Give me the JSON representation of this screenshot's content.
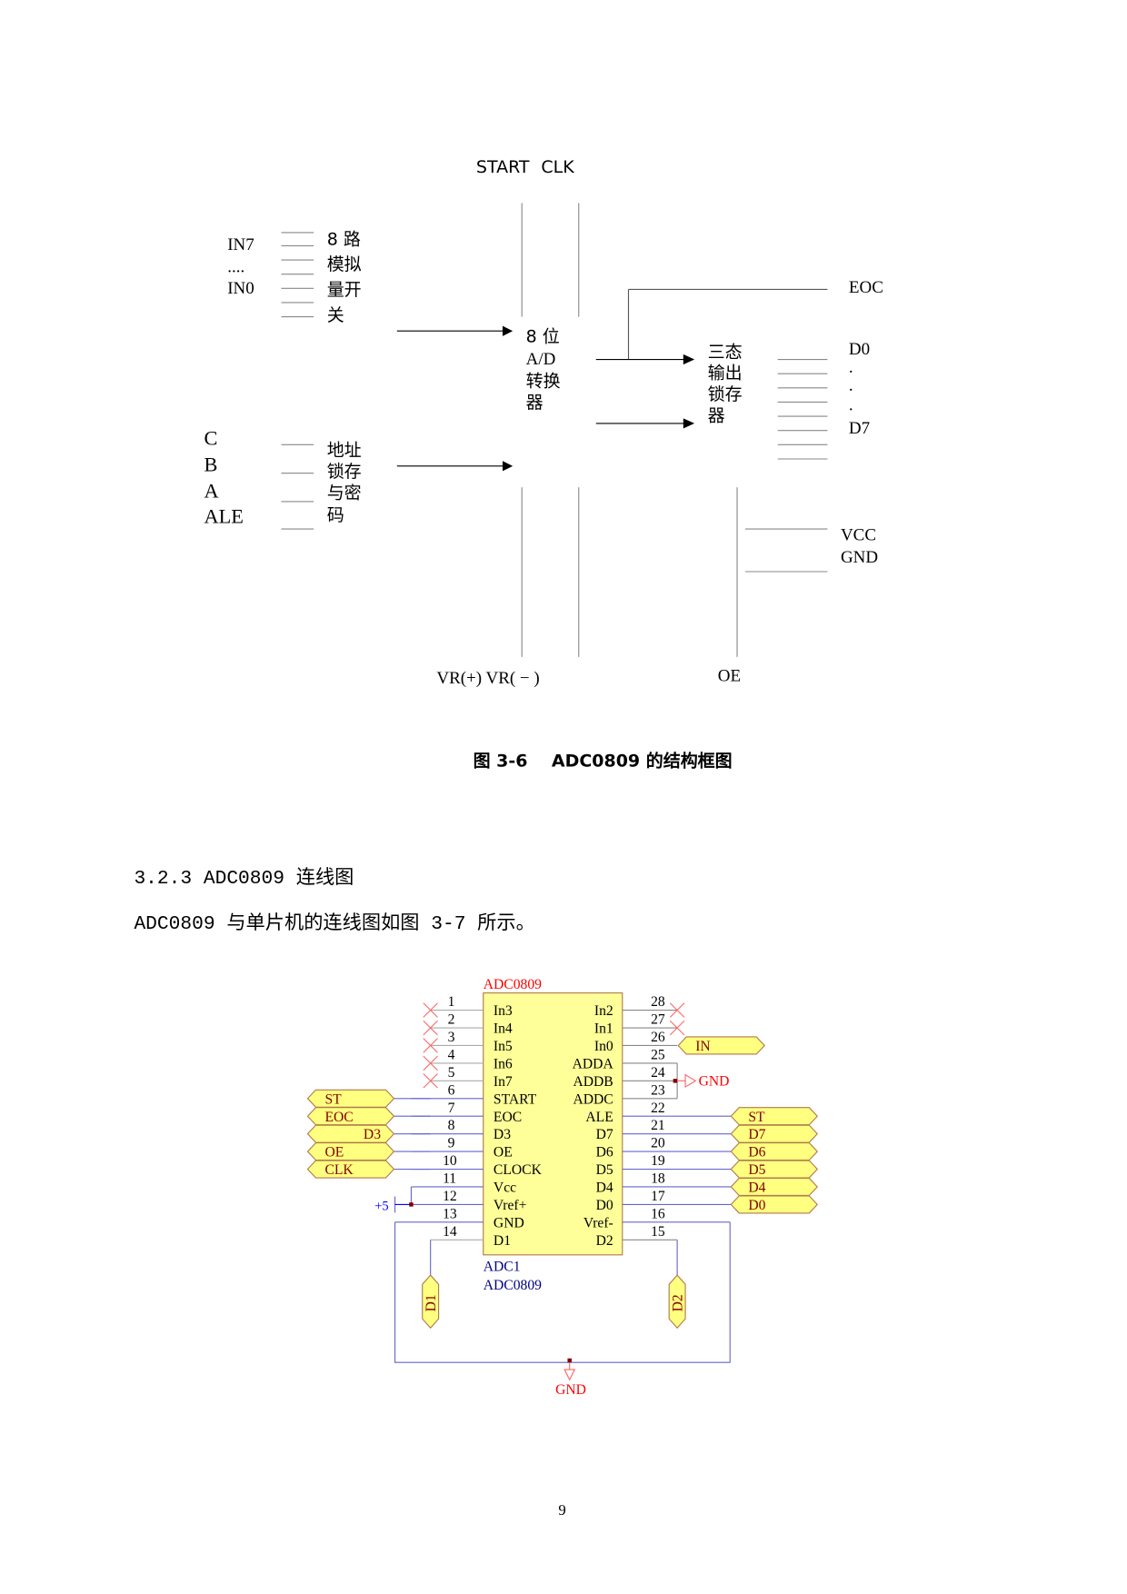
{
  "block_diagram": {
    "top_labels": [
      "START",
      "CLK"
    ],
    "mux_inputs": [
      "IN7",
      "....",
      "IN0"
    ],
    "mux_text": [
      "8  路",
      "模拟",
      "量开",
      "关"
    ],
    "addr_inputs": [
      "C",
      "B",
      "A",
      "ALE"
    ],
    "addr_text": [
      "地址",
      "锁存",
      "与密",
      "码"
    ],
    "adc_text": [
      "8 位",
      "A/D",
      "转换",
      "器"
    ],
    "latch_text": [
      "三态",
      "输出",
      "锁存",
      "器"
    ],
    "eoc": "EOC",
    "data_labels": [
      "D0",
      ".",
      ".",
      ".",
      "D7"
    ],
    "power_labels": [
      "VCC",
      "GND"
    ],
    "bottom_labels": [
      "VR(+)  VR( − )",
      "OE"
    ],
    "caption": "图 3-6    ADC0809 的结构框图"
  },
  "section": {
    "heading": "3.2.3 ADC0809 连线图",
    "paragraph": "ADC0809 与单片机的连线图如图 3-7 所示。"
  },
  "schematic": {
    "part_name": "ADC0809",
    "designator": "ADC1",
    "part_value": "ADC0809",
    "left_pins": [
      {
        "num": "1",
        "name": "In3"
      },
      {
        "num": "2",
        "name": "In4"
      },
      {
        "num": "3",
        "name": "In5"
      },
      {
        "num": "4",
        "name": "In6"
      },
      {
        "num": "5",
        "name": "In7"
      },
      {
        "num": "6",
        "name": "START"
      },
      {
        "num": "7",
        "name": "EOC"
      },
      {
        "num": "8",
        "name": "D3"
      },
      {
        "num": "9",
        "name": "OE"
      },
      {
        "num": "10",
        "name": "CLOCK"
      },
      {
        "num": "11",
        "name": "Vcc"
      },
      {
        "num": "12",
        "name": "Vref+"
      },
      {
        "num": "13",
        "name": "GND"
      },
      {
        "num": "14",
        "name": "D1"
      }
    ],
    "right_pins": [
      {
        "num": "28",
        "name": "In2"
      },
      {
        "num": "27",
        "name": "In1"
      },
      {
        "num": "26",
        "name": "In0"
      },
      {
        "num": "25",
        "name": "ADDA"
      },
      {
        "num": "24",
        "name": "ADDB"
      },
      {
        "num": "23",
        "name": "ADDC"
      },
      {
        "num": "22",
        "name": "ALE"
      },
      {
        "num": "21",
        "name": "D7"
      },
      {
        "num": "20",
        "name": "D6"
      },
      {
        "num": "19",
        "name": "D5"
      },
      {
        "num": "18",
        "name": "D4"
      },
      {
        "num": "17",
        "name": "D0"
      },
      {
        "num": "16",
        "name": "Vref-"
      },
      {
        "num": "15",
        "name": "D2"
      }
    ],
    "left_ports": [
      "ST",
      "EOC",
      "D3",
      "OE",
      "CLK"
    ],
    "right_ports": [
      "ST",
      "D7",
      "D6",
      "D5",
      "D4",
      "D0"
    ],
    "in_port": "IN",
    "bottom_ports": [
      "D1",
      "D2"
    ],
    "power_label": "+5",
    "gnd_label": "GND",
    "colors": {
      "body": "#ffff99",
      "port": "#ffff80",
      "wire": "#6666cc",
      "power": "#ff0000",
      "text": "#000000",
      "label": "#000080"
    }
  },
  "page_number": "9"
}
